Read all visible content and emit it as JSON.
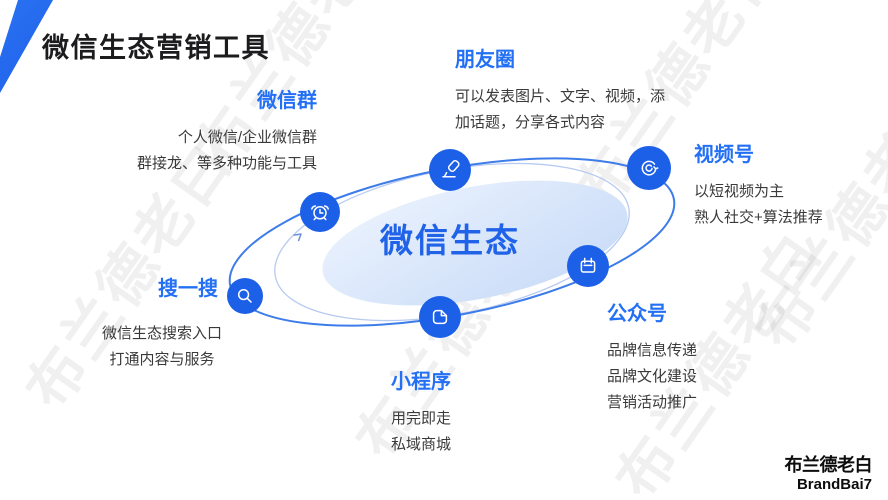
{
  "slide": {
    "title": "微信生态营销工具",
    "center_label": "微信生态",
    "accent_color": "#2470f4",
    "node_color": "#1d60e8",
    "orbit_color": "#3d7ce9"
  },
  "nodes": {
    "wechat_group": {
      "title": "微信群",
      "lines": [
        "个人微信/企业微信群",
        "群接龙、等多种功能与工具"
      ],
      "icon": "alarm-clock-icon"
    },
    "moments": {
      "title": "朋友圈",
      "lines": [
        "可以发表图片、文字、视频，添",
        "加话题，分享各式内容"
      ],
      "icon": "stamp-icon"
    },
    "channels": {
      "title": "视频号",
      "lines": [
        "以短视频为主",
        "熟人社交+算法推荐"
      ],
      "icon": "circular-arrow-icon"
    },
    "official_account": {
      "title": "公众号",
      "lines": [
        "品牌信息传递",
        "品牌文化建设",
        "营销活动推广"
      ],
      "icon": "calendar-icon"
    },
    "mini_program": {
      "title": "小程序",
      "lines": [
        "用完即走",
        "私域商城"
      ],
      "icon": "file-icon"
    },
    "search": {
      "title": "搜一搜",
      "lines": [
        "微信生态搜索入口",
        "打通内容与服务"
      ],
      "icon": "search-icon"
    }
  },
  "logo": {
    "cn": "布兰德老白",
    "en": "BrandBai7"
  },
  "watermark": {
    "text": "布兰德老白"
  }
}
